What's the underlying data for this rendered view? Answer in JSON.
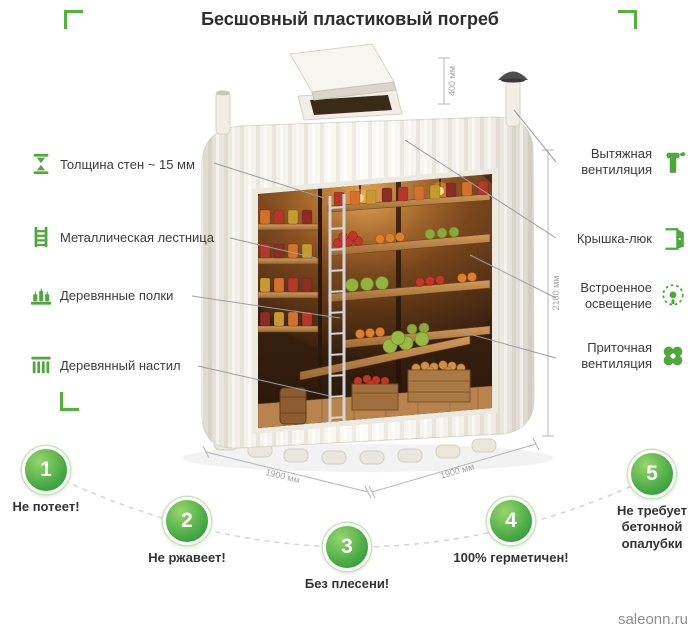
{
  "title": "Бесшовный пластиковый погреб",
  "left_labels": [
    {
      "text": "Толщина стен ~ 15 мм",
      "icon": "wall-thickness-icon"
    },
    {
      "text": "Металлическая лестница",
      "icon": "ladder-icon"
    },
    {
      "text": "Деревянные полки",
      "icon": "shelves-icon"
    },
    {
      "text": "Деревянный настил",
      "icon": "decking-icon"
    }
  ],
  "right_labels": [
    {
      "text": "Вытяжная вентиляция",
      "icon": "exhaust-vent-icon"
    },
    {
      "text": "Крышка-люк",
      "icon": "hatch-icon"
    },
    {
      "text": "Встроенное освещение",
      "icon": "lighting-icon"
    },
    {
      "text": "Приточная вентиляция",
      "icon": "supply-vent-icon"
    }
  ],
  "dimensions": {
    "lid_height": "400 мм",
    "body_height": "2100 мм",
    "depth": "1900 мм",
    "width": "1900 мм"
  },
  "benefits": [
    {
      "number": "1",
      "text": "Не потеет!"
    },
    {
      "number": "2",
      "text": "Не ржавеет!"
    },
    {
      "number": "3",
      "text": "Без плесени!"
    },
    {
      "number": "4",
      "text": "100% герметичен!"
    },
    {
      "number": "5",
      "text": "Не требует бетонной опалубки"
    }
  ],
  "watermark": "saleonn.ru",
  "colors": {
    "accent_green": "#55b13c",
    "circle_green": "#39a23e",
    "callout_gray": "#9aa0a0"
  }
}
